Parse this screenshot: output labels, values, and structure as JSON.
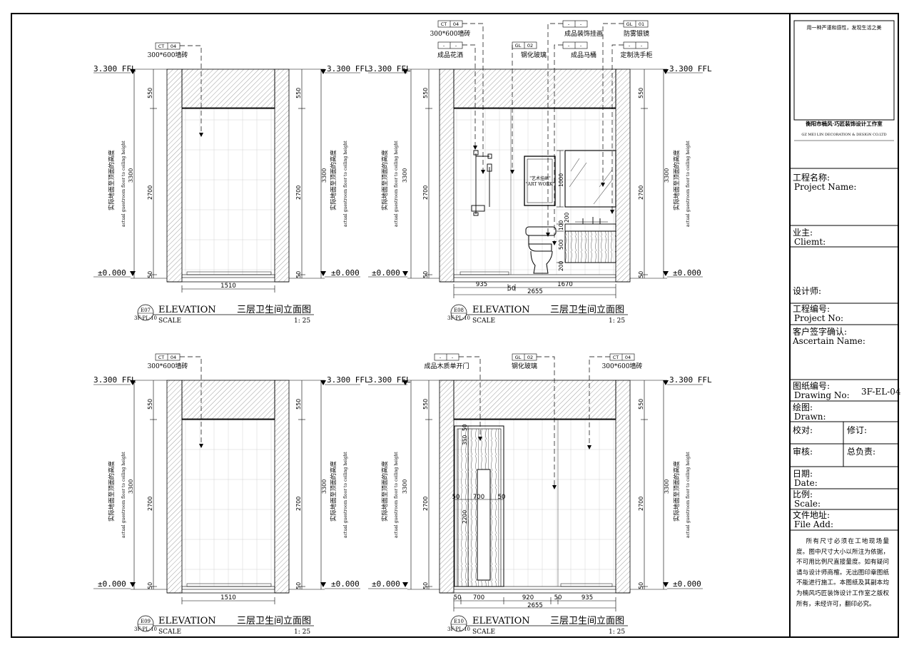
{
  "title_block": {
    "slogan": "用一种严谨和感性，发现生活之美",
    "company_cn": "衡阳市楠风·巧匠装饰设计工作室",
    "company_en": "GZ MEI LIN DECORATION & DESIGN CO.LTD",
    "project_name_cn": "工程名称:",
    "project_name_en": "Project Name:",
    "client_cn": "业主:",
    "client_en": "Cliemt:",
    "designer": "设计师:",
    "project_no_cn": "工程编号:",
    "project_no_en": "Project No:",
    "confirm_cn": "客户签字确认:",
    "confirm_en": "Ascertain Name:",
    "drawing_no_cn": "图纸编号:",
    "drawing_no_en": "Drawing No:",
    "drawing_no": "3F-EL-04",
    "drawn_cn": "绘图:",
    "drawn_en": "Drawn:",
    "check": "校对:",
    "revise": "修订:",
    "review": "审核:",
    "chief": "总负责:",
    "date_cn": "日期:",
    "date_en": "Date:",
    "scale_cn": "比例:",
    "scale_en": "Scale:",
    "file_cn": "文件地址:",
    "file_en": "File Add:",
    "note": "所有尺寸必须在工地现场量度。图中尺寸大小以所注为依据，不可用比例尺直接量度。如有疑问请与设计师商榷。无出图印章图纸不能进行施工。本图纸及其副本均为楠风巧匠装饰设计工作室之版权所有，未经许可，翻印必究。"
  },
  "common": {
    "ffl": "3.300 FFL",
    "zero": "±0.000",
    "vert_cn": "实际地面至顶面的高度",
    "vert_en": "actual guestroom floor to ceiling height",
    "dim_3300": "3300",
    "dim_550": "550",
    "dim_2700": "2700",
    "dim_50": "50",
    "elevation": "ELEVATION",
    "scale": "SCALE",
    "title": "三层卫生间立面图",
    "ratio": "1: 25",
    "sheet": "3F-PL-10",
    "tag_ct": "CT",
    "tag_gl": "GL",
    "tag_04": "04",
    "tag_02": "02",
    "tag_01": "01",
    "tag_dash": "-",
    "tile": "300*600墙砖"
  },
  "views": {
    "e07": {
      "id": "E07",
      "width": "1510"
    },
    "e08": {
      "id": "E08",
      "shower": "成品花洒",
      "glass": "钢化玻璃",
      "deco": "成品装饰挂画",
      "toilet": "成品马桶",
      "mirror": "防雾银镜",
      "cabinet": "定制洗手柜",
      "art_cn": "\"艺术挂画\"",
      "art_en": "\"ART WORK\"",
      "d935": "935",
      "d50": "50",
      "d1670": "1670",
      "d2655": "2655",
      "d1000": "1000",
      "d200": "200",
      "d100": "100",
      "d500": "500"
    },
    "e09": {
      "id": "E09",
      "width": "1510"
    },
    "e10": {
      "id": "E10",
      "door": "成品木质单开门",
      "glass": "钢化玻璃",
      "d350": "350",
      "d700": "700",
      "d2200": "2200",
      "d920": "920",
      "d935": "935",
      "d2655": "2655"
    }
  }
}
